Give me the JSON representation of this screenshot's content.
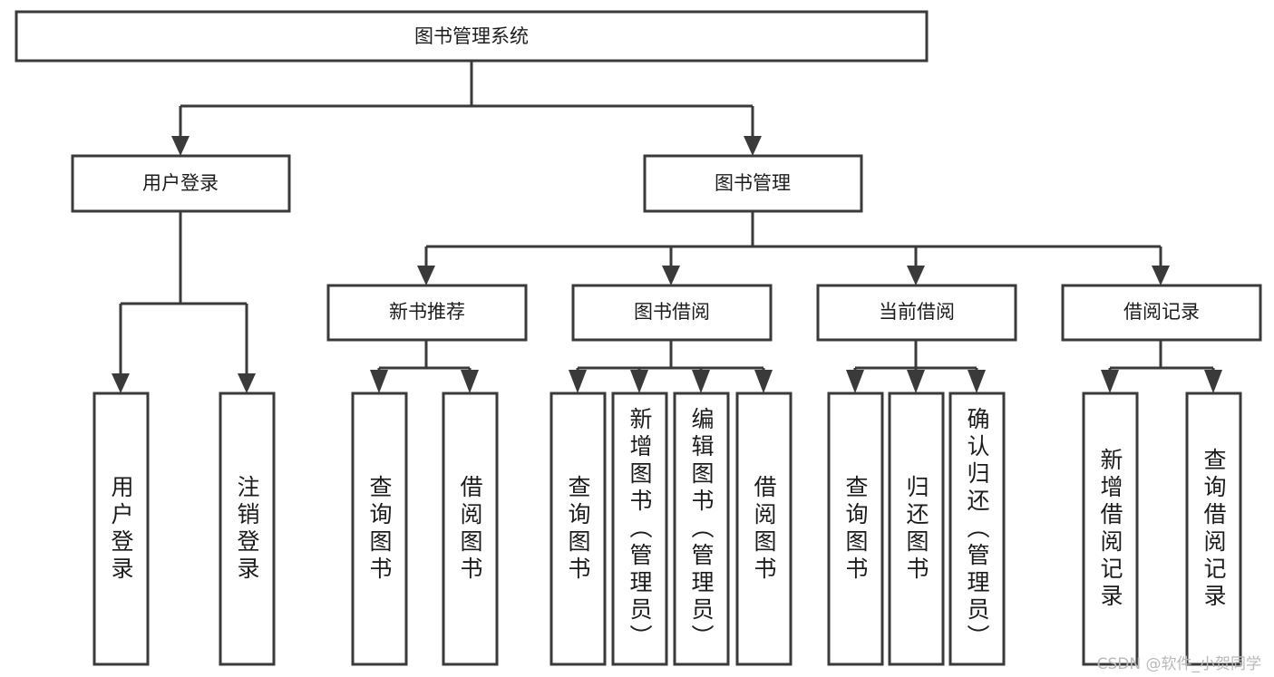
{
  "diagram": {
    "title": "图书管理系统",
    "watermark": "CSDN @软件_小贺同学",
    "type": "tree-hierarchy-diagram",
    "colors": {
      "box_stroke": "#3a3a3a",
      "box_fill": "#ffffff",
      "text": "#1c1c1c",
      "background": "#ffffff",
      "watermark": "#b9b9b9"
    },
    "root": {
      "label": "图书管理系统"
    },
    "level1": [
      {
        "label": "用户登录"
      },
      {
        "label": "图书管理"
      }
    ],
    "level2": [
      {
        "label": "新书推荐"
      },
      {
        "label": "图书借阅"
      },
      {
        "label": "当前借阅"
      },
      {
        "label": "借阅记录"
      }
    ],
    "leaves": [
      {
        "label": "用户登录",
        "parent": "用户登录"
      },
      {
        "label": "注销登录",
        "parent": "用户登录"
      },
      {
        "label": "查询图书",
        "parent": "新书推荐"
      },
      {
        "label": "借阅图书",
        "parent": "新书推荐"
      },
      {
        "label": "查询图书",
        "parent": "图书借阅"
      },
      {
        "label": "新增图书（管理员）",
        "parent": "图书借阅"
      },
      {
        "label": "编辑图书（管理员）",
        "parent": "图书借阅"
      },
      {
        "label": "借阅图书",
        "parent": "图书借阅"
      },
      {
        "label": "查询图书",
        "parent": "当前借阅"
      },
      {
        "label": "归还图书",
        "parent": "当前借阅"
      },
      {
        "label": "确认归还（管理员）",
        "parent": "当前借阅"
      },
      {
        "label": "新增借阅记录",
        "parent": "借阅记录"
      },
      {
        "label": "查询借阅记录",
        "parent": "借阅记录"
      }
    ]
  }
}
